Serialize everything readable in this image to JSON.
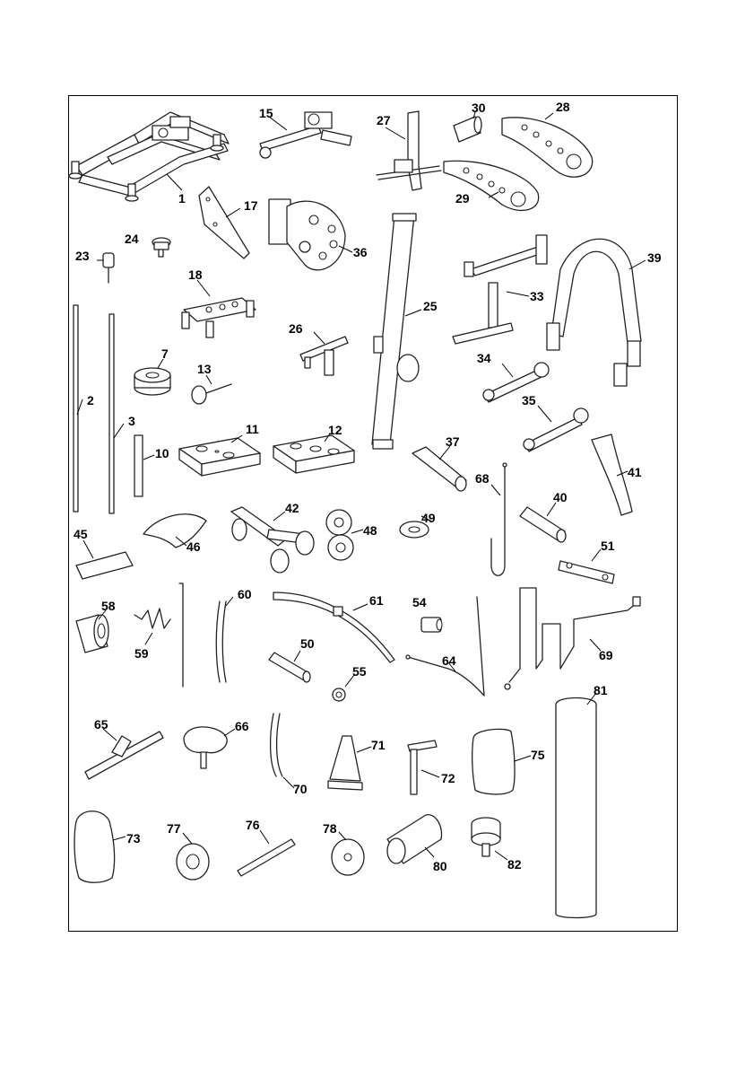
{
  "labels": {
    "p1": "1",
    "p2": "2",
    "p3": "3",
    "p7": "7",
    "p10": "10",
    "p11": "11",
    "p12": "12",
    "p13": "13",
    "p15": "15",
    "p17": "17",
    "p18": "18",
    "p23": "23",
    "p24": "24",
    "p25": "25",
    "p26": "26",
    "p27": "27",
    "p28": "28",
    "p29": "29",
    "p30": "30",
    "p33": "33",
    "p34": "34",
    "p35": "35",
    "p36": "36",
    "p37": "37",
    "p39": "39",
    "p40": "40",
    "p41": "41",
    "p42": "42",
    "p45": "45",
    "p46": "46",
    "p48": "48",
    "p49": "49",
    "p50": "50",
    "p51": "51",
    "p54": "54",
    "p55": "55",
    "p58": "58",
    "p59": "59",
    "p60": "60",
    "p61": "61",
    "p64": "64",
    "p65": "65",
    "p66": "66",
    "p68": "68",
    "p69": "69",
    "p70": "70",
    "p71": "71",
    "p72": "72",
    "p73": "73",
    "p75": "75",
    "p76": "76",
    "p77": "77",
    "p78": "78",
    "p80": "80",
    "p81": "81",
    "p82": "82"
  }
}
